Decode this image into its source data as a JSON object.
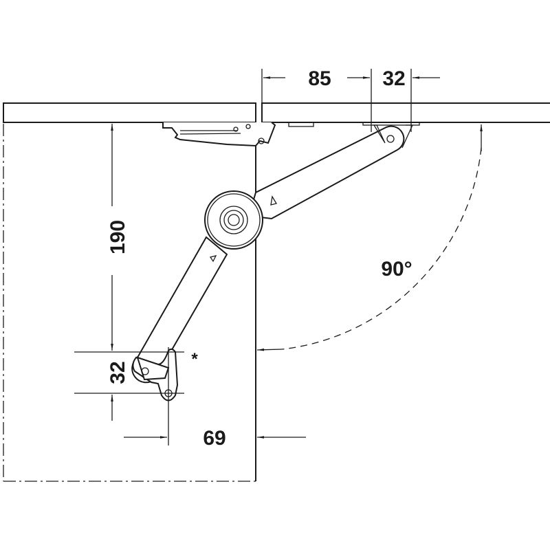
{
  "dimensions": {
    "lid_offset": "85",
    "arm_mount_width": "32",
    "vertical_mount_height": "190",
    "bracket_height": "32",
    "bracket_setback": "69",
    "opening_angle": "90°",
    "note_marker": "*"
  },
  "colors": {
    "line": "#1a1a1a",
    "background": "#ffffff"
  }
}
